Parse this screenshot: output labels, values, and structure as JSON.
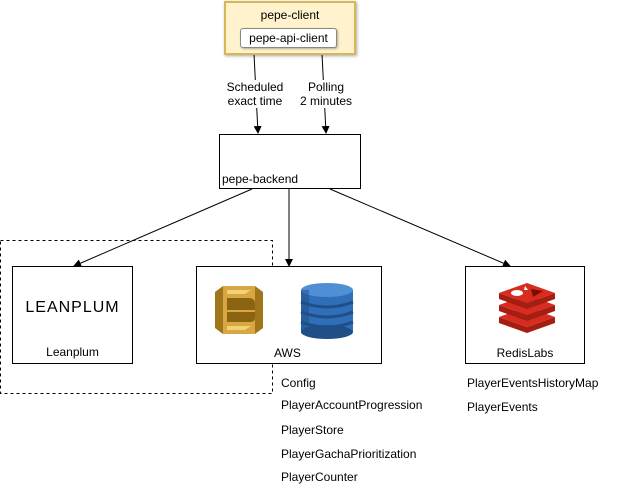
{
  "client": {
    "title": "pepe-client",
    "api_client": "pepe-api-client",
    "fill_color": "#fff2cc",
    "border_color": "#d6b656"
  },
  "edges": {
    "scheduled": [
      "Scheduled",
      "exact time"
    ],
    "polling": [
      "Polling",
      "2 minutes"
    ]
  },
  "backend": {
    "label": "pepe-backend"
  },
  "leanplum": {
    "logo_text": "LEANPLUM",
    "label": "Leanplum"
  },
  "aws": {
    "label": "AWS",
    "icons": [
      "aws-sqs-icon",
      "aws-dynamodb-icon"
    ],
    "tables": [
      "Config",
      "PlayerAccountProgression",
      "PlayerStore",
      "PlayerGachaPrioritization",
      "PlayerCounter"
    ]
  },
  "redis": {
    "label": "RedisLabs",
    "icon": "redis-icon",
    "items": [
      "PlayerEventsHistoryMap",
      "PlayerEvents"
    ]
  }
}
